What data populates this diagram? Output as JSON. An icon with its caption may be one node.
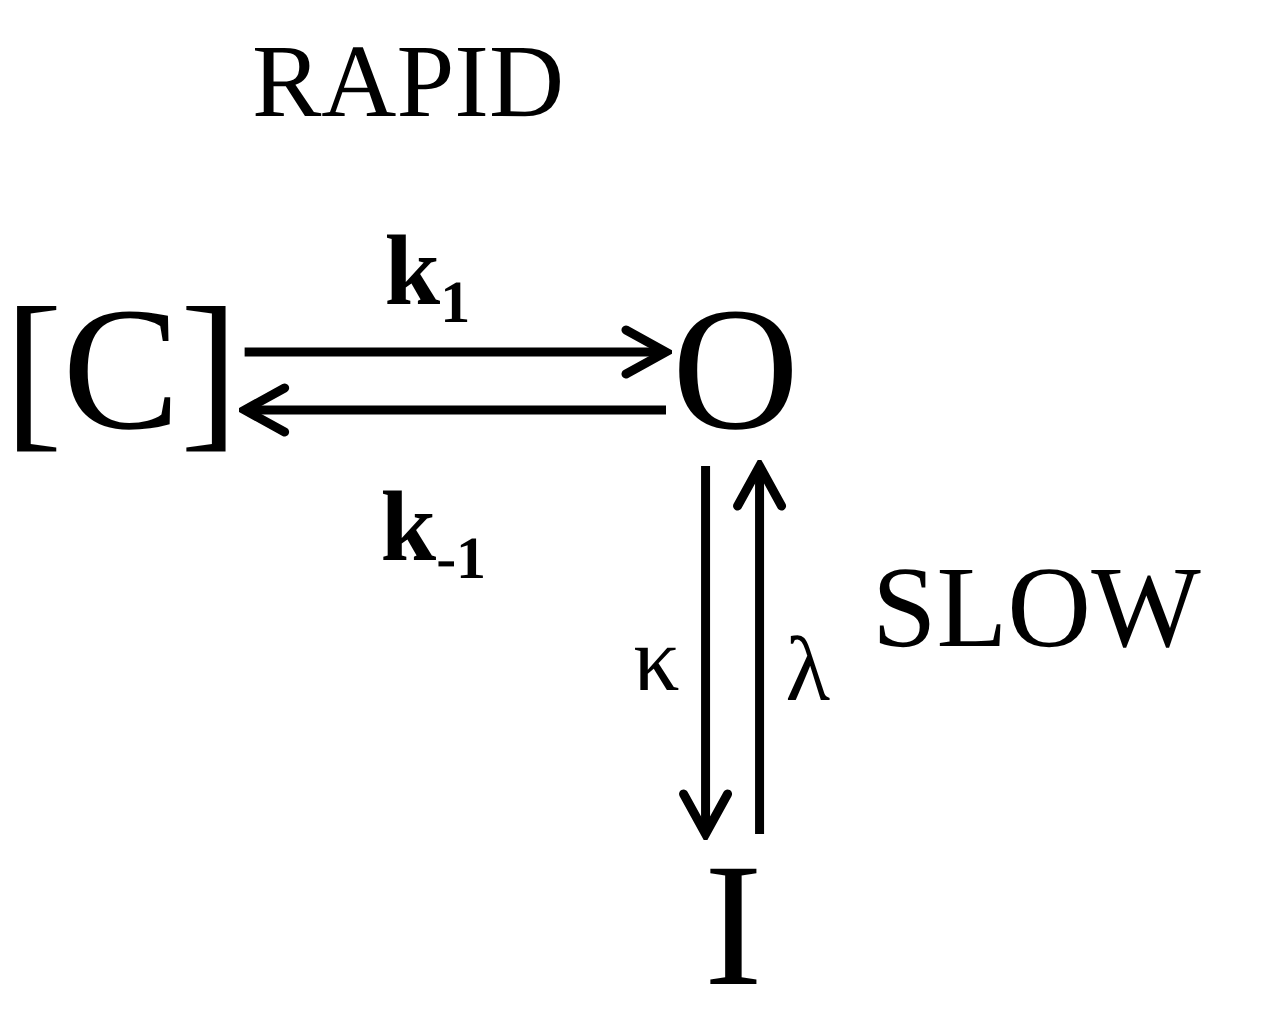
{
  "diagram": {
    "nodes": [
      {
        "text": [
          "[C]"
        ]
      },
      {
        "text": [
          "O"
        ]
      },
      {
        "text": [
          "I"
        ]
      }
    ],
    "edges": [
      {
        "from": 0,
        "to": 1,
        "arrow": "to",
        "label": "k$_{1}$"
      },
      {
        "from": 1,
        "to": 0,
        "arrow": "to",
        "label": "k$_{-1}$"
      },
      {
        "from": 1,
        "to": 2,
        "arrow": "to",
        "label": "κ"
      },
      {
        "from": 2,
        "to": 1,
        "arrow": "to",
        "label": "λ"
      }
    ],
    "labels": [
      "RAPID",
      "SLOW"
    ]
  }
}
